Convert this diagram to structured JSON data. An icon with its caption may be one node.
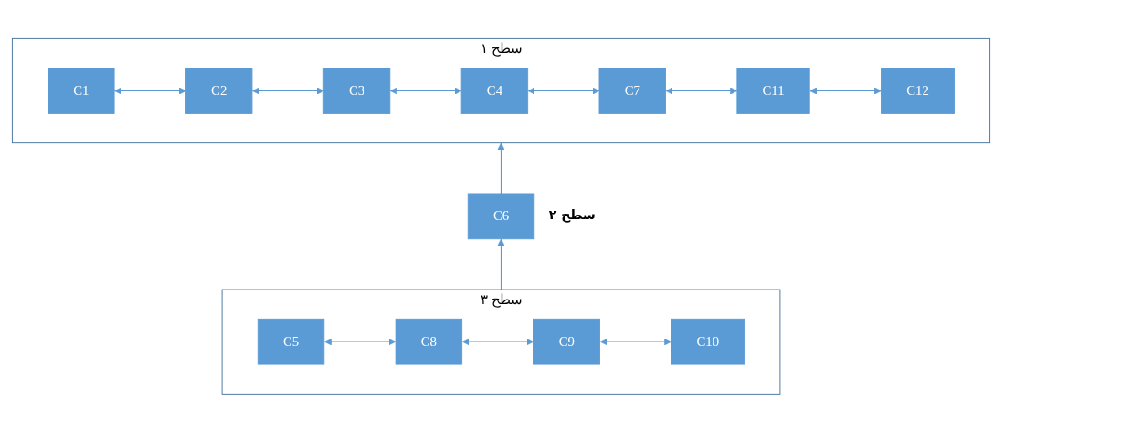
{
  "diagram": {
    "nodes": [
      {
        "text": [
          "سطح ۱"
        ]
      },
      {
        "text": [
          "C1"
        ],
        "in": 0
      },
      {
        "text": [
          "C2"
        ],
        "in": 0
      },
      {
        "text": [
          "C3"
        ],
        "in": 0
      },
      {
        "text": [
          "C4"
        ],
        "in": 0
      },
      {
        "text": [
          "C7"
        ],
        "in": 0
      },
      {
        "text": [
          "C11"
        ],
        "in": 0
      },
      {
        "text": [
          "C12"
        ],
        "in": 0
      },
      {
        "text": [
          "C6"
        ],
        "beside": [
          "سطح ۲"
        ]
      },
      {
        "text": [
          "سطح ۳"
        ]
      },
      {
        "text": [
          "C5"
        ],
        "in": 9
      },
      {
        "text": [
          "C8"
        ],
        "in": 9
      },
      {
        "text": [
          "C9"
        ],
        "in": 9
      },
      {
        "text": [
          "C10"
        ],
        "in": 9
      }
    ],
    "edges": [
      {
        "from": 1,
        "to": 2,
        "arrow": "both"
      },
      {
        "from": 2,
        "to": 3,
        "arrow": "both"
      },
      {
        "from": 3,
        "to": 4,
        "arrow": "both"
      },
      {
        "from": 4,
        "to": 5,
        "arrow": "both"
      },
      {
        "from": 5,
        "to": 6,
        "arrow": "both"
      },
      {
        "from": 6,
        "to": 7,
        "arrow": "both"
      },
      {
        "from": 8,
        "to": 0,
        "arrow": "to"
      },
      {
        "from": 9,
        "to": 8,
        "arrow": "to"
      },
      {
        "from": 10,
        "to": 11,
        "arrow": "both"
      },
      {
        "from": 11,
        "to": 12,
        "arrow": "both"
      },
      {
        "from": 12,
        "to": 13,
        "arrow": "both"
      }
    ]
  }
}
